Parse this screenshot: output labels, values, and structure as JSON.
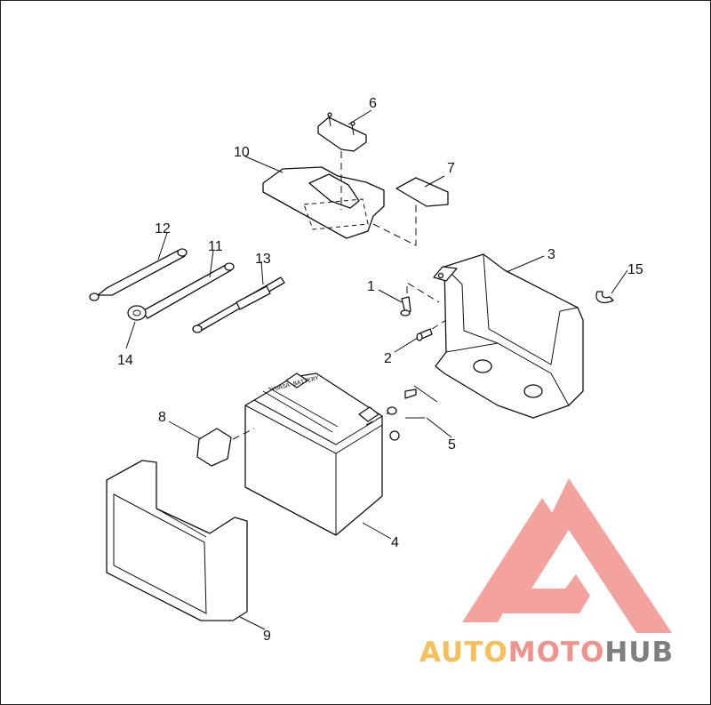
{
  "callouts": [
    {
      "id": "1",
      "label": "1"
    },
    {
      "id": "2",
      "label": "2"
    },
    {
      "id": "3",
      "label": "3"
    },
    {
      "id": "4",
      "label": "4"
    },
    {
      "id": "5",
      "label": "5"
    },
    {
      "id": "6",
      "label": "6"
    },
    {
      "id": "7",
      "label": "7"
    },
    {
      "id": "8",
      "label": "8"
    },
    {
      "id": "9",
      "label": "9"
    },
    {
      "id": "10",
      "label": "10"
    },
    {
      "id": "11",
      "label": "11"
    },
    {
      "id": "12",
      "label": "12"
    },
    {
      "id": "13",
      "label": "13"
    },
    {
      "id": "14",
      "label": "14"
    },
    {
      "id": "15",
      "label": "15"
    }
  ],
  "watermark": {
    "part1": "AUTO",
    "part2": "MOTO",
    "part3": "HUB",
    "colors": {
      "auto": "#f5c05a",
      "moto": "#f2928c",
      "hub": "#7f7f7f",
      "mark": "#f2928c"
    }
  }
}
